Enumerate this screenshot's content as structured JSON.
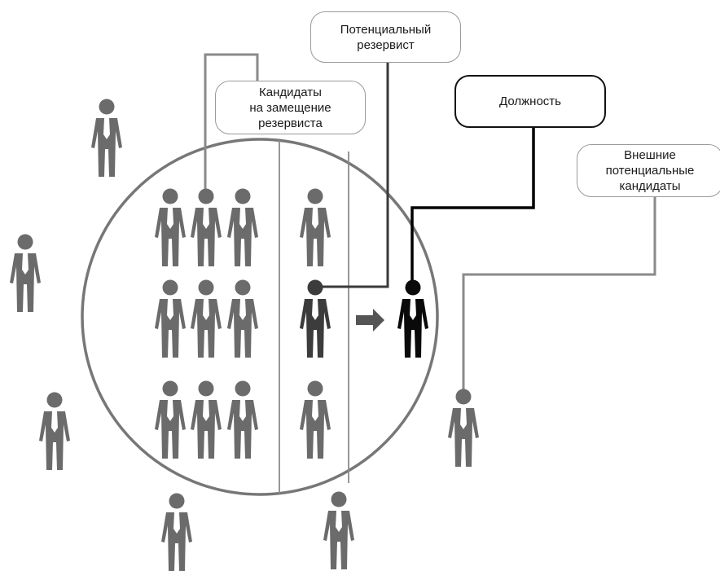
{
  "labels": {
    "candidates": {
      "lines": [
        "Кандидаты",
        "на замещение",
        "резервиста"
      ]
    },
    "potential_reservist": {
      "lines": [
        "Потенциальный",
        "резервист"
      ]
    },
    "position": {
      "lines": [
        "Должность"
      ]
    },
    "external": {
      "lines": [
        "Внешние",
        "потенциальные",
        "кандидаты"
      ]
    }
  },
  "colors": {
    "person": "#6b6b6b",
    "reservist": "#3c3c3c",
    "position_holder": "#0a0a0a",
    "tie": "#ffffff",
    "circle": "#777777",
    "connector_gray": "#8a8a8a",
    "connector_dark": "#3a3a3a",
    "connector_black": "#000000",
    "arrow": "#555555"
  },
  "icons": {
    "person": "person-icon",
    "arrow": "arrow-right-icon"
  }
}
